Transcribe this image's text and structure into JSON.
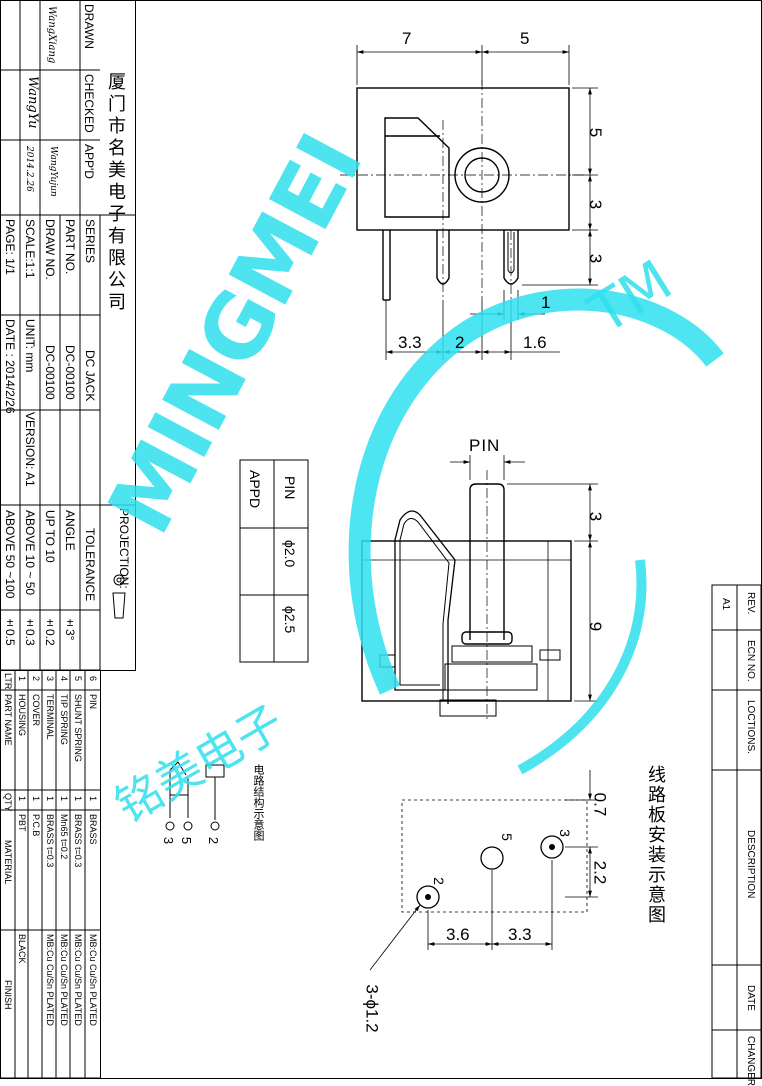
{
  "title_block": {
    "company": "厦门市名美电子有限公司",
    "drawn_label": "DRAWN",
    "checked_label": "CHECKED",
    "appd_label": "APP'D",
    "drawn_sig": "WangXiang",
    "checked_sig": "WangYu",
    "appd_sig": "WangYujun",
    "sig_date": "2014.2.26",
    "series_label": "SERIES",
    "series_value": "DC JACK",
    "part_no_label": "PART NO.",
    "part_no_value": "DC-00100",
    "draw_no_label": "DRAW NO.",
    "draw_no_value": "DC-00100",
    "scale": "SCALE:1:1",
    "unit": "UNIT: mm",
    "version": "VERSION: A1",
    "page": "PAGE:  1/1",
    "date": "DATE : 2014/2/26",
    "projection": "PROJECTION:",
    "tolerance_label": "TOLERANCE",
    "tolerances": [
      {
        "range": "ANGLE",
        "value": "±3°"
      },
      {
        "range": "UP TO 10",
        "value": "±0.2"
      },
      {
        "range": "ABOVE 10 ~ 50",
        "value": "±0.3"
      },
      {
        "range": "ABOVE 50 ~100",
        "value": "±0.5"
      }
    ]
  },
  "bom": {
    "headers": {
      "ltr": "LTR",
      "part": "PART NAME",
      "qty": "QTY",
      "material": "MATERIAL",
      "finish": "FINISH"
    },
    "rows": [
      {
        "ltr": "6",
        "part": "PIN",
        "qty": "1",
        "material": "BRASS",
        "finish": "MB:Cu   Cu/Sn   PLATED"
      },
      {
        "ltr": "5",
        "part": "SHUNT SPRING",
        "qty": "1",
        "material": "BRASS  t=0.3",
        "finish": "MB:Cu   Cu/Sn   PLATED"
      },
      {
        "ltr": "4",
        "part": "TIP SPRING",
        "qty": "1",
        "material": "Mn65  t=0.2",
        "finish": "MB:Cu   Cu/Sn   PLATED"
      },
      {
        "ltr": "3",
        "part": "TERMINAL",
        "qty": "1",
        "material": "BRASS  t=0.3",
        "finish": "MB:Cu   Cu/Sn   PLATED"
      },
      {
        "ltr": "2",
        "part": "COVER",
        "qty": "1",
        "material": "P.C.B",
        "finish": ""
      },
      {
        "ltr": "1",
        "part": "HOUSING",
        "qty": "1",
        "material": "PBT",
        "finish": "BLACK"
      }
    ]
  },
  "pin_table": {
    "header_left": "PIN",
    "header_right": "APPD",
    "values": [
      "ϕ2.0",
      "ϕ2.5"
    ]
  },
  "revision": {
    "headers": [
      "REV.",
      "ECN NO.",
      "LOCTIONS.",
      "DESCRIPTION",
      "DATE",
      "CHANGER"
    ],
    "row": [
      "A1",
      "",
      "",
      "",
      "",
      ""
    ]
  },
  "dimensions": {
    "top_width_left": "7",
    "top_width_right": "5",
    "right_h1": "5",
    "right_h2": "3",
    "right_h3": "3",
    "gap_1": "1",
    "bottom_1": "3.3",
    "bottom_2": "2",
    "bottom_3": "1.6",
    "pin_label": "PIN",
    "side_h1": "3",
    "side_h2": "9",
    "pcb_07": "0.7",
    "pcb_22": "2.2",
    "pcb_36": "3.6",
    "pcb_33": "3.3",
    "pcb_holes": "3-ϕ1.2",
    "hole_2": "2",
    "hole_3": "3",
    "hole_5": "5"
  },
  "schematic": {
    "title": "电路结构示意图",
    "pin_2": "2",
    "pin_3": "3",
    "pin_5": "5"
  },
  "pcb_title": "线路板安装示意图",
  "watermark": {
    "brand": "MINGMEI",
    "tm": "TM",
    "chinese": "铭美电子",
    "color": "#2ee0ee"
  }
}
